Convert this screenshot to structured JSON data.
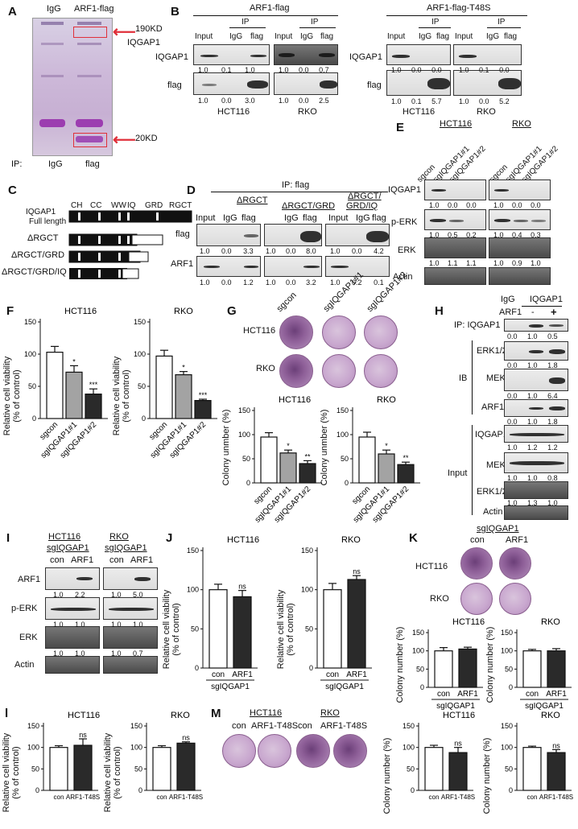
{
  "panelA": {
    "label": "A",
    "lane_headers": [
      "IgG",
      "ARF1-flag"
    ],
    "markers": [
      "190KD",
      "IQGAP1",
      "20KD"
    ],
    "ip_label": "IP:",
    "ip_lanes": [
      "IgG",
      "flag"
    ]
  },
  "panelB": {
    "label": "B",
    "group1": "ARF1-flag",
    "group2": "ARF1-flag-T48S",
    "ip": "IP",
    "cols": [
      "Input",
      "IgG",
      "flag"
    ],
    "rows": [
      "IQGAP1",
      "flag"
    ],
    "cells": [
      "HCT116",
      "RKO"
    ],
    "q_wt_iq_hct": [
      "1.0",
      "0.1",
      "1.0"
    ],
    "q_wt_iq_rko": [
      "1.0",
      "0.0",
      "0.7"
    ],
    "q_wt_fl_hct": [
      "1.0",
      "0.0",
      "3.0"
    ],
    "q_wt_fl_rko": [
      "1.0",
      "0.0",
      "2.5"
    ],
    "q_mt_iq_hct": [
      "1.0",
      "0.0",
      "0.0"
    ],
    "q_mt_iq_rko": [
      "1.0",
      "0.1",
      "0.0"
    ],
    "q_mt_fl_hct": [
      "1.0",
      "0.1",
      "5.7"
    ],
    "q_mt_fl_rko": [
      "1.0",
      "0.0",
      "5.2"
    ]
  },
  "panelC": {
    "label": "C",
    "domains": [
      "CH",
      "CC",
      "WW",
      "IQ",
      "GRD",
      "RGCT"
    ],
    "constructs": [
      "IQGAP1",
      "Full length",
      "ΔRGCT",
      "ΔRGCT/GRD",
      "ΔRGCT/GRD/IQ"
    ]
  },
  "panelD": {
    "label": "D",
    "ip": "IP: flag",
    "groups": [
      "ΔRGCT",
      "ΔRGCT/GRD",
      "ΔRGCT/\nGRD/IQ"
    ],
    "g3a": "ΔRGCT/",
    "g3b": "GRD/IQ",
    "cols": [
      "Input",
      "IgG",
      "flag"
    ],
    "rows": [
      "flag",
      "ARF1"
    ],
    "q_flag": [
      [
        "1.0",
        "0.0",
        "3.3"
      ],
      [
        "1.0",
        "0.0",
        "8.0"
      ],
      [
        "1.0",
        "0.0",
        "4.2"
      ]
    ],
    "q_arf1": [
      [
        "1.0",
        "0.0",
        "1.2"
      ],
      [
        "1.0",
        "0.0",
        "3.2"
      ],
      [
        "1.0",
        "0.2",
        "0.1"
      ]
    ]
  },
  "panelE": {
    "label": "E",
    "cells": [
      "HCT116",
      "RKO"
    ],
    "lanes": [
      "sgcon",
      "sgIQGAP1#1",
      "sgIQGAP1#2"
    ],
    "rows": [
      "IQGAP1",
      "p-ERK",
      "ERK",
      "Actin"
    ],
    "q_iq": [
      [
        "1.0",
        "0.0",
        "0.0"
      ],
      [
        "1.0",
        "0.0",
        "0.0"
      ]
    ],
    "q_perk": [
      [
        "1.0",
        "0.5",
        "0.2"
      ],
      [
        "1.0",
        "0.4",
        "0.3"
      ]
    ],
    "q_erk": [
      [
        "1.0",
        "1.1",
        "1.1"
      ],
      [
        "1.0",
        "0.9",
        "1.0"
      ]
    ]
  },
  "panelF": {
    "label": "F",
    "ylabel": "Relative cell viability\n(% of control)",
    "ylabel1": "Relative cell viability",
    "ylabel2": "(% of control)",
    "cats": [
      "sgcon",
      "sgIQGAP1#1",
      "sgIQGAP1#2"
    ]
  },
  "panelG": {
    "label": "G",
    "lanes": [
      "sgcon",
      "sgIQGAP1#1",
      "sgIQGAP1#2"
    ],
    "cells": [
      "HCT116",
      "RKO"
    ],
    "ylabel": "Colony unmber (%)"
  },
  "panelH": {
    "label": "H",
    "top": [
      "IgG",
      "IQGAP1"
    ],
    "arf1": "ARF1",
    "signs": [
      "-",
      "+"
    ],
    "ip": "IP: IQGAP1",
    "ib": "IB",
    "input": "Input",
    "rows_ib": [
      "ERK1/2",
      "MEK",
      "ARF1"
    ],
    "rows_in": [
      "IQGAP1",
      "MEK",
      "ERK1/2",
      "Actin"
    ],
    "q_ip": [
      "0.0",
      "1.0",
      "0.5"
    ],
    "q_erk_ib": [
      "0.0",
      "1.0",
      "1.8"
    ],
    "q_mek_ib": [
      "0.0",
      "1.0",
      "6.4"
    ],
    "q_arf_ib": [
      "0.0",
      "1.0",
      "1.8"
    ],
    "q_iq_in": [
      "1.0",
      "1.2",
      "1.2"
    ],
    "q_mek_in": [
      "1.0",
      "1.0",
      "0.8"
    ],
    "q_erk_in": [
      "1.0",
      "1.3",
      "1.0"
    ]
  },
  "panelI": {
    "label": "I",
    "cells": [
      "HCT116",
      "RKO"
    ],
    "sub": "sgIQGAP1",
    "lanes": [
      "con",
      "ARF1"
    ],
    "rows": [
      "ARF1",
      "p-ERK",
      "ERK",
      "Actin"
    ],
    "q_arf": [
      [
        "1.0",
        "2.2"
      ],
      [
        "1.0",
        "5.0"
      ]
    ],
    "q_perk": [
      [
        "1.0",
        "1.0"
      ],
      [
        "1.0",
        "1.0"
      ]
    ],
    "q_erk": [
      [
        "1.0",
        "1.0"
      ],
      [
        "1.0",
        "0.7"
      ]
    ]
  },
  "panelJ": {
    "label": "J",
    "cats": [
      "con",
      "ARF1"
    ],
    "sub": "sgIQGAP1",
    "ns": "ns"
  },
  "panelK": {
    "label": "K",
    "sub": "sgIQGAP1",
    "lanes": [
      "con",
      "ARF1"
    ],
    "ylabel": "Colony number (%)"
  },
  "panelL": {
    "label": "l",
    "cats": [
      "con",
      "ARF1-T48S"
    ],
    "ns": "ns"
  },
  "panelM": {
    "label": "M",
    "lanes": [
      "con",
      "ARF1-T48S"
    ],
    "ylabel": "Colony number (%)"
  },
  "chart_data": [
    {
      "type": "bar",
      "title": "HCT116",
      "panel": "F",
      "categories": [
        "sgcon",
        "sgIQGAP1#1",
        "sgIQGAP1#2"
      ],
      "values": [
        103,
        72,
        38
      ],
      "errors": [
        9,
        10,
        8
      ],
      "significance": [
        "",
        "*",
        "***"
      ],
      "ylabel": "Relative cell viability (% of control)",
      "ylim": [
        0,
        150
      ],
      "yticks": [
        0,
        50,
        100,
        150
      ]
    },
    {
      "type": "bar",
      "title": "RKO",
      "panel": "F",
      "categories": [
        "sgcon",
        "sgIQGAP1#1",
        "sgIQGAP1#2"
      ],
      "values": [
        97,
        68,
        28
      ],
      "errors": [
        9,
        5,
        2
      ],
      "significance": [
        "",
        "*",
        "***"
      ],
      "ylabel": "Relative cell viability (% of control)",
      "ylim": [
        0,
        150
      ],
      "yticks": [
        0,
        50,
        100,
        150
      ]
    },
    {
      "type": "bar",
      "title": "HCT116",
      "panel": "G",
      "categories": [
        "sgcon",
        "sgIQGAP1#1",
        "sgIQGAP1#2"
      ],
      "values": [
        95,
        62,
        40
      ],
      "errors": [
        9,
        6,
        6
      ],
      "significance": [
        "",
        "*",
        "**"
      ],
      "ylabel": "Colony unmber (%)",
      "ylim": [
        0,
        150
      ],
      "yticks": [
        0,
        50,
        100,
        150
      ]
    },
    {
      "type": "bar",
      "title": "RKO",
      "panel": "G",
      "categories": [
        "sgcon",
        "sgIQGAP1#1",
        "sgIQGAP1#2"
      ],
      "values": [
        95,
        60,
        38
      ],
      "errors": [
        10,
        8,
        5
      ],
      "significance": [
        "",
        "*",
        "**"
      ],
      "ylabel": "Colony unmber (%)",
      "ylim": [
        0,
        150
      ],
      "yticks": [
        0,
        50,
        100,
        150
      ]
    },
    {
      "type": "bar",
      "title": "HCT116",
      "panel": "J",
      "categories": [
        "con",
        "ARF1"
      ],
      "values": [
        100,
        91
      ],
      "errors": [
        7,
        8
      ],
      "significance": [
        "",
        "ns"
      ],
      "ylabel": "Relative cell viability (% of control)",
      "ylim": [
        0,
        150
      ],
      "yticks": [
        0,
        50,
        100,
        150
      ]
    },
    {
      "type": "bar",
      "title": "RKO",
      "panel": "J",
      "categories": [
        "con",
        "ARF1"
      ],
      "values": [
        100,
        113
      ],
      "errors": [
        8,
        5
      ],
      "significance": [
        "",
        "ns"
      ],
      "ylabel": "Relative cell viability (% of control)",
      "ylim": [
        0,
        150
      ],
      "yticks": [
        0,
        50,
        100,
        150
      ]
    },
    {
      "type": "bar",
      "title": "HCT116",
      "panel": "K",
      "categories": [
        "con",
        "ARF1"
      ],
      "values": [
        100,
        105
      ],
      "errors": [
        9,
        5
      ],
      "significance": [
        "",
        ""
      ],
      "ylabel": "Colony number (%)",
      "ylim": [
        0,
        150
      ],
      "yticks": [
        0,
        50,
        100,
        150
      ]
    },
    {
      "type": "bar",
      "title": "RKO",
      "panel": "K",
      "categories": [
        "con",
        "ARF1"
      ],
      "values": [
        100,
        100
      ],
      "errors": [
        4,
        6
      ],
      "significance": [
        "",
        ""
      ],
      "ylabel": "Colony number (%)",
      "ylim": [
        0,
        150
      ],
      "yticks": [
        0,
        50,
        100,
        150
      ]
    },
    {
      "type": "bar",
      "title": "HCT116",
      "panel": "l",
      "categories": [
        "con",
        "ARF1-T48S"
      ],
      "values": [
        100,
        105
      ],
      "errors": [
        4,
        15
      ],
      "significance": [
        "",
        "ns"
      ],
      "ylabel": "Relative cell viability (% of control)",
      "ylim": [
        0,
        150
      ],
      "yticks": [
        0,
        50,
        100,
        150
      ]
    },
    {
      "type": "bar",
      "title": "RKO",
      "panel": "l",
      "categories": [
        "con",
        "ARF1-T48S"
      ],
      "values": [
        100,
        110
      ],
      "errors": [
        4,
        3
      ],
      "significance": [
        "",
        "ns"
      ],
      "ylabel": "Relative cell viability (% of control)",
      "ylim": [
        0,
        150
      ],
      "yticks": [
        0,
        50,
        100,
        150
      ]
    },
    {
      "type": "bar",
      "title": "HCT116",
      "panel": "M",
      "categories": [
        "con",
        "ARF1-T48S"
      ],
      "values": [
        100,
        88
      ],
      "errors": [
        5,
        12
      ],
      "significance": [
        "",
        "ns"
      ],
      "ylabel": "Colony number (%)",
      "ylim": [
        0,
        150
      ],
      "yticks": [
        0,
        50,
        100,
        150
      ]
    },
    {
      "type": "bar",
      "title": "RKO",
      "panel": "M",
      "categories": [
        "con",
        "ARF1-T48S"
      ],
      "values": [
        100,
        88
      ],
      "errors": [
        3,
        7
      ],
      "significance": [
        "",
        "ns"
      ],
      "ylabel": "Colony number (%)",
      "ylim": [
        0,
        150
      ],
      "yticks": [
        0,
        50,
        100,
        150
      ]
    }
  ]
}
